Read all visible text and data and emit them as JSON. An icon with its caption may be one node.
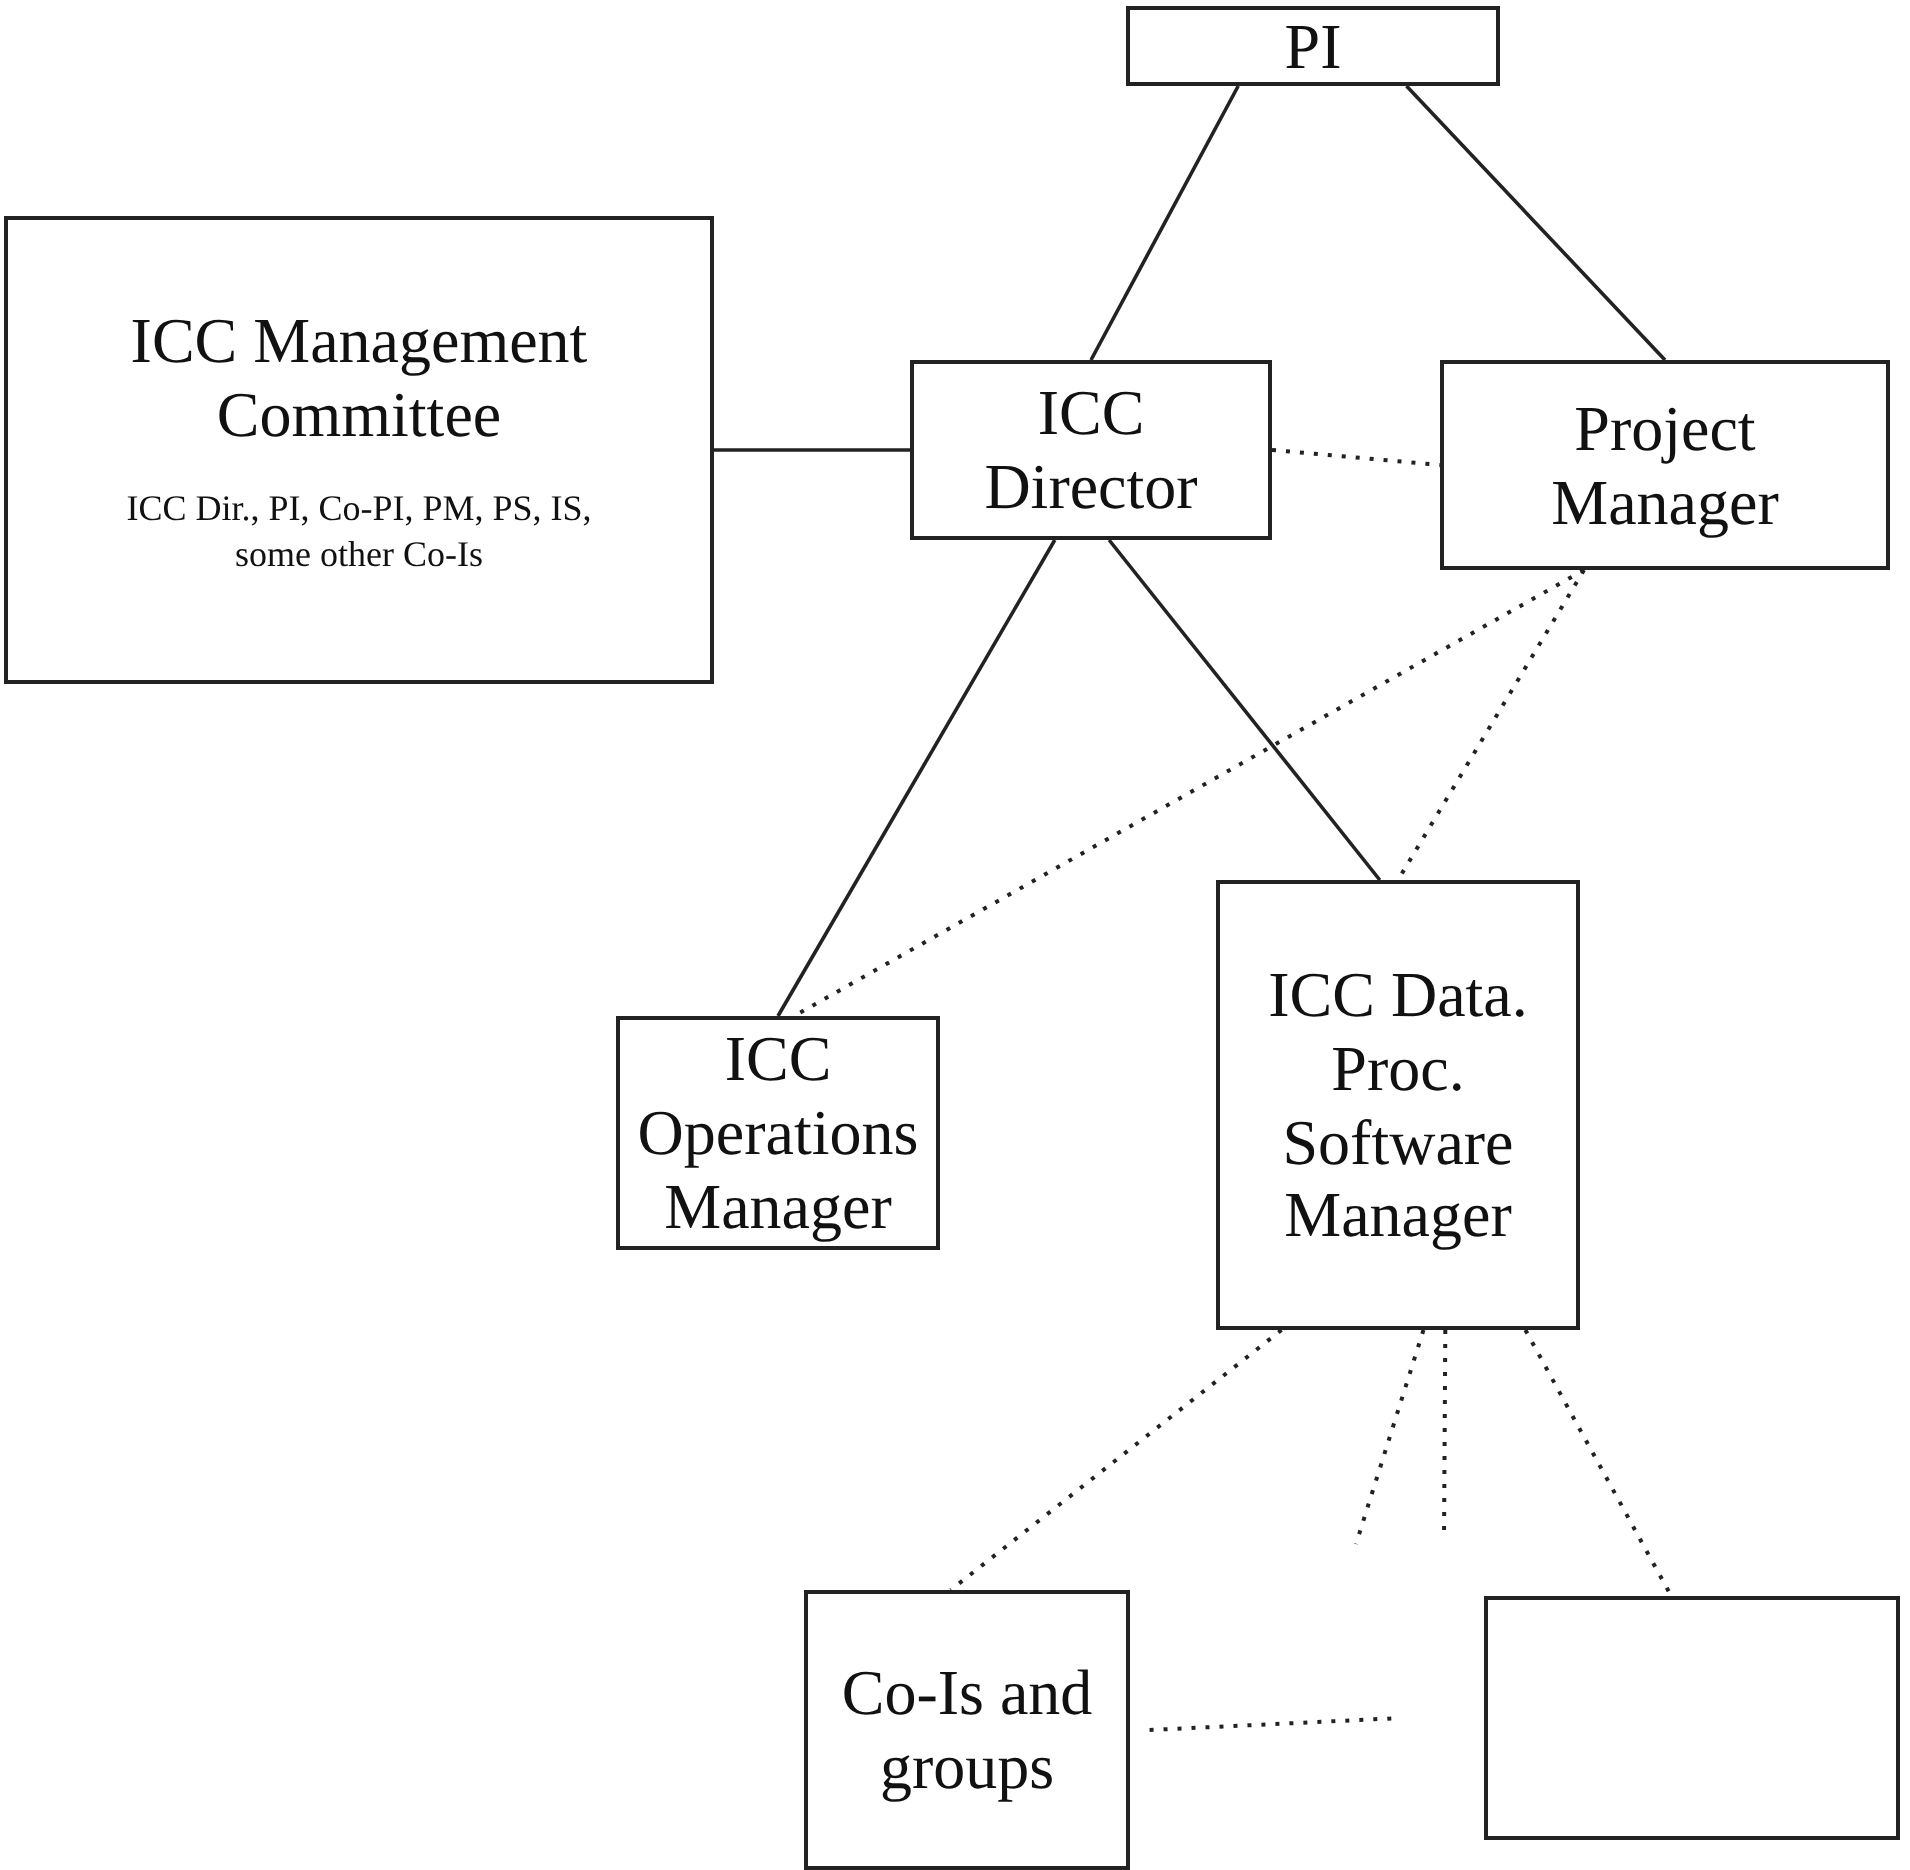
{
  "diagram": {
    "nodes": [
      {
        "text": [
          "PI"
        ]
      },
      {
        "text": [
          "ICC Management Committee",
          "ICC Dir., PI, Co-PI, PM, PS, IS, some other Co-Is"
        ]
      },
      {
        "text": [
          "ICC Director"
        ]
      },
      {
        "text": [
          "Project Manager"
        ]
      },
      {
        "text": [
          "ICC Operations Manager"
        ]
      },
      {
        "text": [
          "ICC Data. Proc. Software Manager"
        ]
      },
      {
        "text": [
          "Co-Is and groups"
        ]
      },
      {
        "text": [],
        "shape": "box"
      }
    ],
    "edges": [
      {
        "from": 0,
        "to": 2,
        "arrow": "none"
      },
      {
        "from": 0,
        "to": 3,
        "arrow": "none"
      },
      {
        "from": 1,
        "to": 2,
        "arrow": "none"
      },
      {
        "from": 2,
        "to": 3,
        "arrow": "none",
        "style": "dashed"
      },
      {
        "from": 2,
        "to": 4,
        "arrow": "none"
      },
      {
        "from": 2,
        "to": 5,
        "arrow": "none"
      },
      {
        "from": 3,
        "to": 4,
        "arrow": "none",
        "style": "dashed"
      },
      {
        "from": 3,
        "to": 5,
        "arrow": "none",
        "style": "dashed"
      },
      {
        "from": 5,
        "to": 6,
        "arrow": "none",
        "style": "dashed"
      },
      {
        "from": 5,
        "to": null,
        "arrow": "none",
        "style": "dashed"
      },
      {
        "from": 5,
        "to": null,
        "arrow": "none",
        "style": "dashed"
      },
      {
        "from": 5,
        "to": 7,
        "arrow": "none",
        "style": "dashed"
      },
      {
        "from": 6,
        "to": 7,
        "arrow": "none",
        "style": "dashed"
      }
    ]
  }
}
